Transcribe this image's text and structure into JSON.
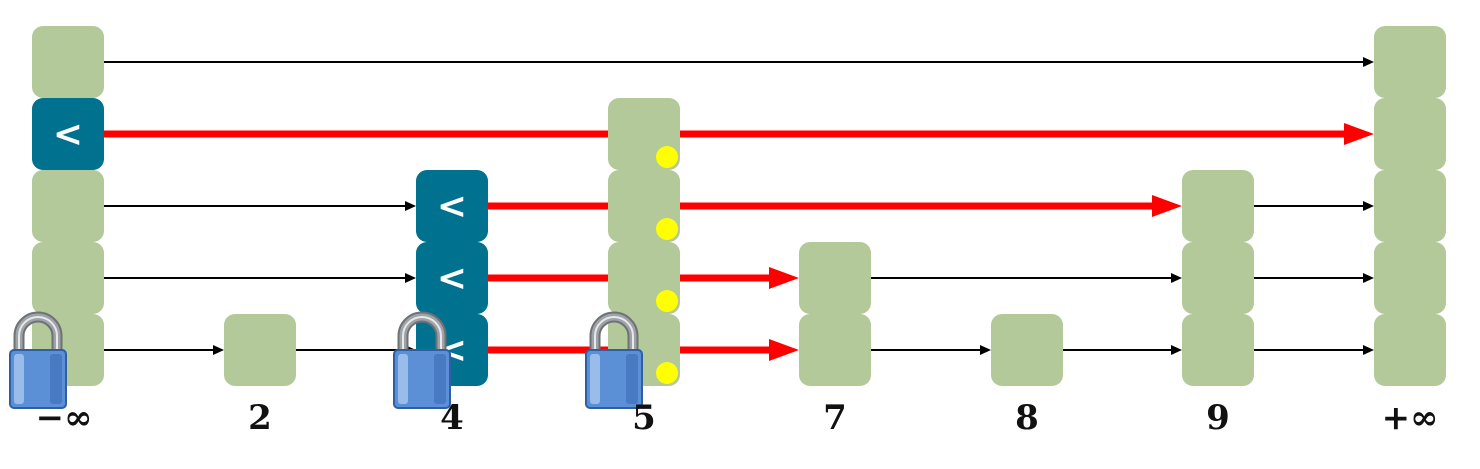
{
  "colors": {
    "node": "#b4c99a",
    "marked_node": "#00718e",
    "link": "#000000",
    "changed_link": "#ff0000",
    "dot": "#ffff00",
    "lock_body": "#5b8fd6",
    "lock_shackle": "#9fa3a8"
  },
  "marked_symbol": "<",
  "keys": [
    "−∞",
    "2",
    "4",
    "5",
    "7",
    "8",
    "9",
    "+∞"
  ],
  "towers": [
    {
      "key": "−∞",
      "height": 5,
      "marked_levels": [
        4
      ],
      "locked": true,
      "dotted_levels": []
    },
    {
      "key": "2",
      "height": 1,
      "marked_levels": [],
      "locked": false,
      "dotted_levels": []
    },
    {
      "key": "4",
      "height": 3,
      "marked_levels": [
        1,
        2,
        3
      ],
      "locked": true,
      "dotted_levels": []
    },
    {
      "key": "5",
      "height": 4,
      "marked_levels": [],
      "locked": true,
      "dotted_levels": [
        1,
        2,
        3,
        4
      ]
    },
    {
      "key": "7",
      "height": 2,
      "marked_levels": [],
      "locked": false,
      "dotted_levels": []
    },
    {
      "key": "8",
      "height": 1,
      "marked_levels": [],
      "locked": false,
      "dotted_levels": []
    },
    {
      "key": "9",
      "height": 3,
      "marked_levels": [],
      "locked": false,
      "dotted_levels": []
    },
    {
      "key": "+∞",
      "height": 5,
      "marked_levels": [],
      "locked": false,
      "dotted_levels": []
    }
  ],
  "links": [
    {
      "level": 5,
      "from": 0,
      "to": 7,
      "changed": false
    },
    {
      "level": 4,
      "from": 0,
      "to": 7,
      "changed": true
    },
    {
      "level": 3,
      "from": 0,
      "to": 2,
      "changed": false
    },
    {
      "level": 3,
      "from": 2,
      "to": 6,
      "changed": true
    },
    {
      "level": 3,
      "from": 6,
      "to": 7,
      "changed": false
    },
    {
      "level": 2,
      "from": 0,
      "to": 2,
      "changed": false
    },
    {
      "level": 2,
      "from": 2,
      "to": 4,
      "changed": true
    },
    {
      "level": 2,
      "from": 4,
      "to": 6,
      "changed": false
    },
    {
      "level": 2,
      "from": 6,
      "to": 7,
      "changed": false
    },
    {
      "level": 1,
      "from": 0,
      "to": 1,
      "changed": false
    },
    {
      "level": 1,
      "from": 1,
      "to": 2,
      "changed": false
    },
    {
      "level": 1,
      "from": 2,
      "to": 4,
      "changed": true
    },
    {
      "level": 1,
      "from": 4,
      "to": 5,
      "changed": false
    },
    {
      "level": 1,
      "from": 5,
      "to": 6,
      "changed": false
    },
    {
      "level": 1,
      "from": 6,
      "to": 7,
      "changed": false
    }
  ]
}
